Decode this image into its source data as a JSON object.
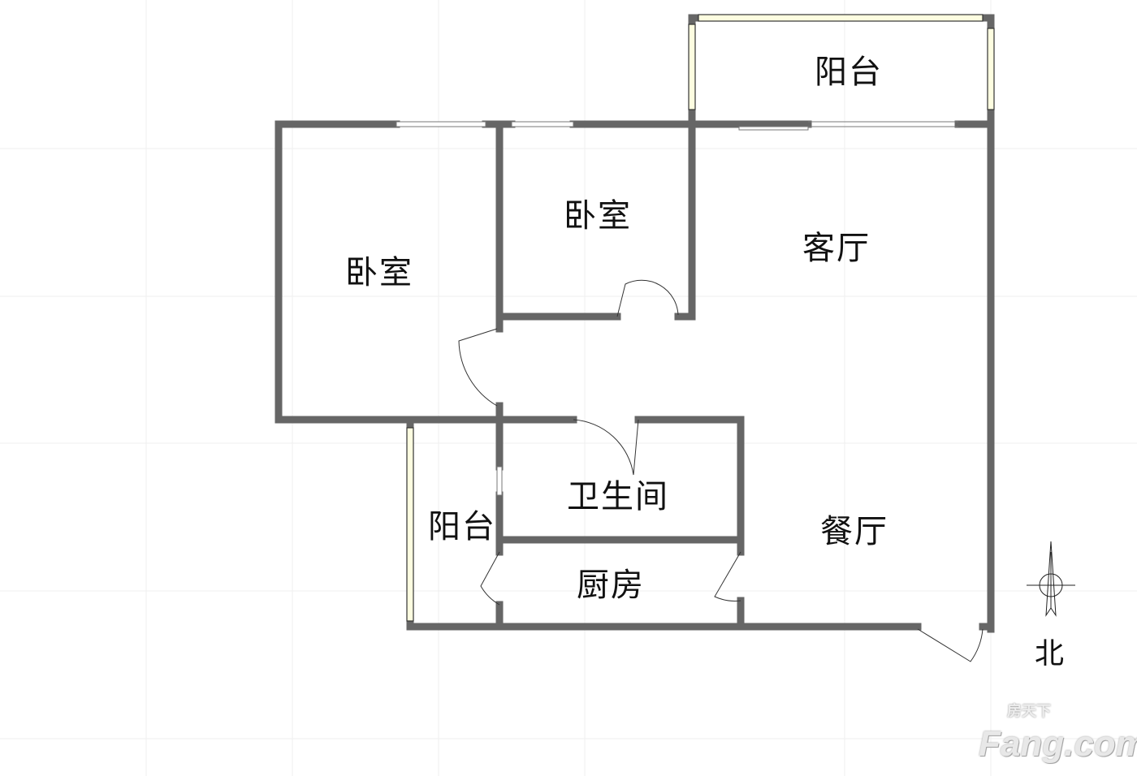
{
  "rooms": {
    "balcony_north": "阳台",
    "bedroom_small": "卧室",
    "bedroom_large": "卧室",
    "living_room": "客厅",
    "bathroom": "卫生间",
    "balcony_west": "阳台",
    "dining_room": "餐厅",
    "kitchen": "厨房"
  },
  "compass": {
    "label": "北"
  },
  "watermark": {
    "brand": "Fang.com",
    "brand_cn": "房天下"
  },
  "colors": {
    "wall": "#666666",
    "window_fill": "#fdfde0",
    "grid": "#ececec"
  }
}
